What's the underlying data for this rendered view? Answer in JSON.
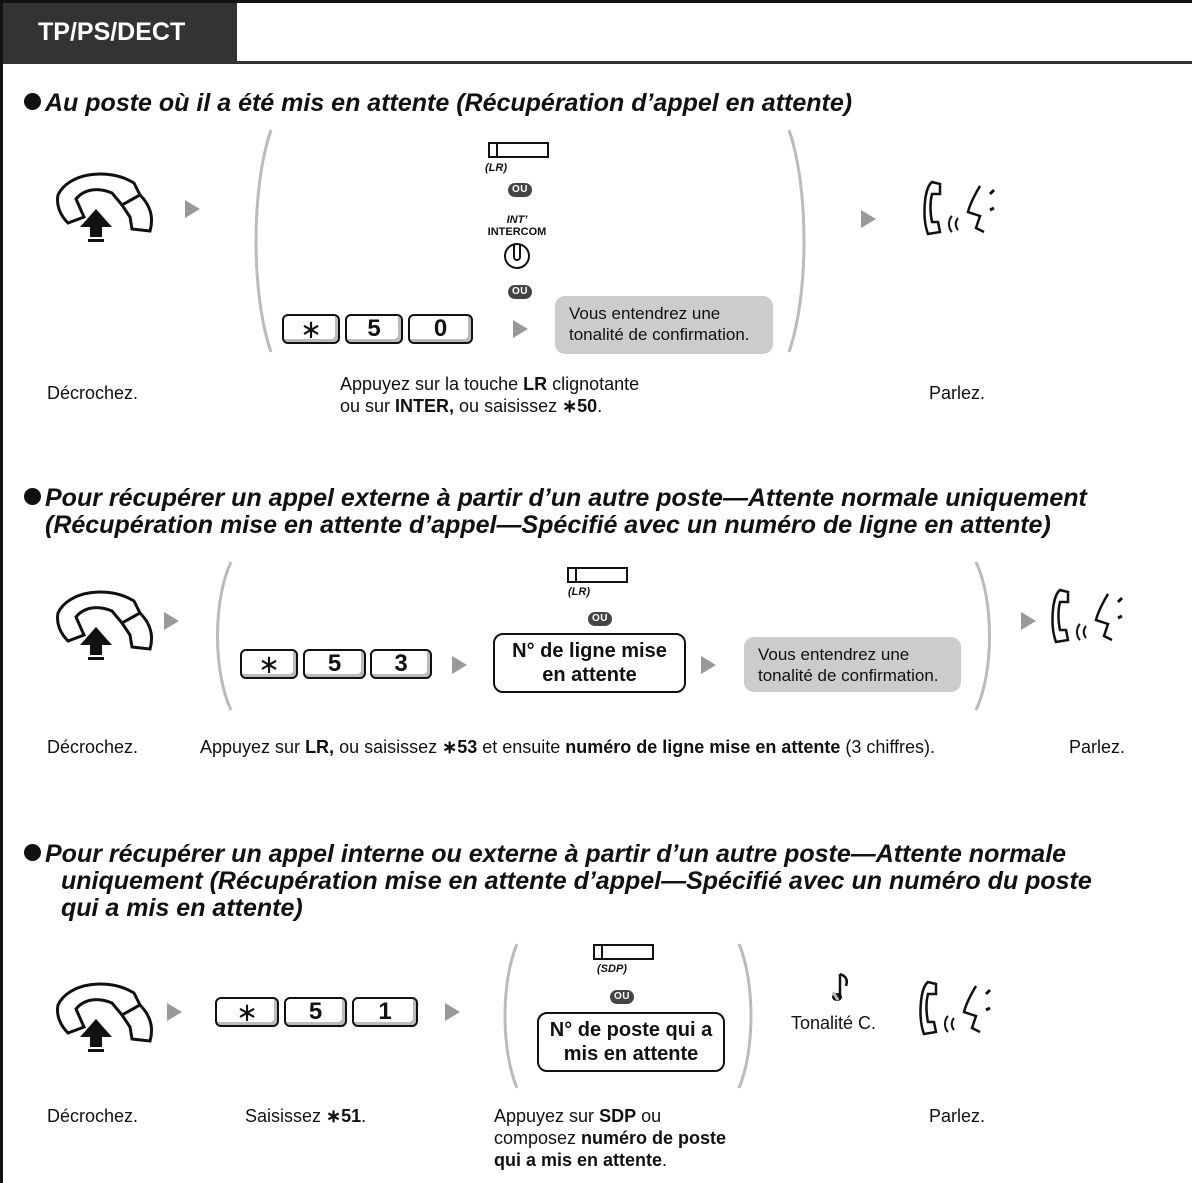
{
  "tab": {
    "label": "TP/PS/DECT"
  },
  "common": {
    "ou": "OU",
    "tone": "Vous entendrez une\ntonalité de confirmation.",
    "star": "∗"
  },
  "section1": {
    "heading": "Au poste où il a été mis en attente (Récupération d’appel en attente)",
    "lr_label": "(LR)",
    "int_label": "INT’",
    "intercom_label": "INTERCOM",
    "keys": [
      "5",
      "0"
    ],
    "caption_offhook": "Décrochez.",
    "caption_mid_1a": "Appuyez sur la touche ",
    "caption_mid_1b": "LR",
    "caption_mid_1c": " clignotante",
    "caption_mid_2a": "ou sur ",
    "caption_mid_2b": "INTER,",
    "caption_mid_2c": " ou saisissez ",
    "caption_mid_2d": "∗50",
    "caption_mid_2e": ".",
    "caption_talk": "Parlez."
  },
  "section2": {
    "heading_line1": "Pour récupérer un appel externe à partir d’un autre poste—Attente normale uniquement",
    "heading_line2": "(Récupération mise en attente d’appel—Spécifié avec un numéro de ligne en attente)",
    "lr_label": "(LR)",
    "keys": [
      "5",
      "3"
    ],
    "box_text": "N° de ligne mise\nen attente",
    "caption_offhook": "Décrochez.",
    "caption_mid_a": "Appuyez sur ",
    "caption_mid_b": "LR,",
    "caption_mid_c": " ou saisissez ",
    "caption_mid_d": "∗53",
    "caption_mid_e": " et ensuite ",
    "caption_mid_f": "numéro de ligne mise en attente",
    "caption_mid_g": " (3 chiffres).",
    "caption_talk": "Parlez."
  },
  "section3": {
    "heading_line1": "Pour récupérer un appel interne ou externe à partir d’un autre poste—Attente normale",
    "heading_line2": "uniquement (Récupération mise en attente d’appel—Spécifié avec un numéro du poste",
    "heading_line3": "qui a mis en attente)",
    "sdp_label": "(SDP)",
    "keys": [
      "5",
      "1"
    ],
    "box_text": "N° de poste qui a\nmis en attente",
    "tone_c": "Tonalité C.",
    "caption_offhook": "Décrochez.",
    "caption_dial_a": "Saisissez ",
    "caption_dial_b": "∗51",
    "caption_dial_c": ".",
    "caption_mid_1a": "Appuyez sur ",
    "caption_mid_1b": "SDP",
    "caption_mid_1c": " ou",
    "caption_mid_2a": "composez ",
    "caption_mid_2b": "numéro de poste",
    "caption_mid_3a": "qui a mis en attente",
    "caption_mid_3b": ".",
    "caption_talk": "Parlez."
  }
}
